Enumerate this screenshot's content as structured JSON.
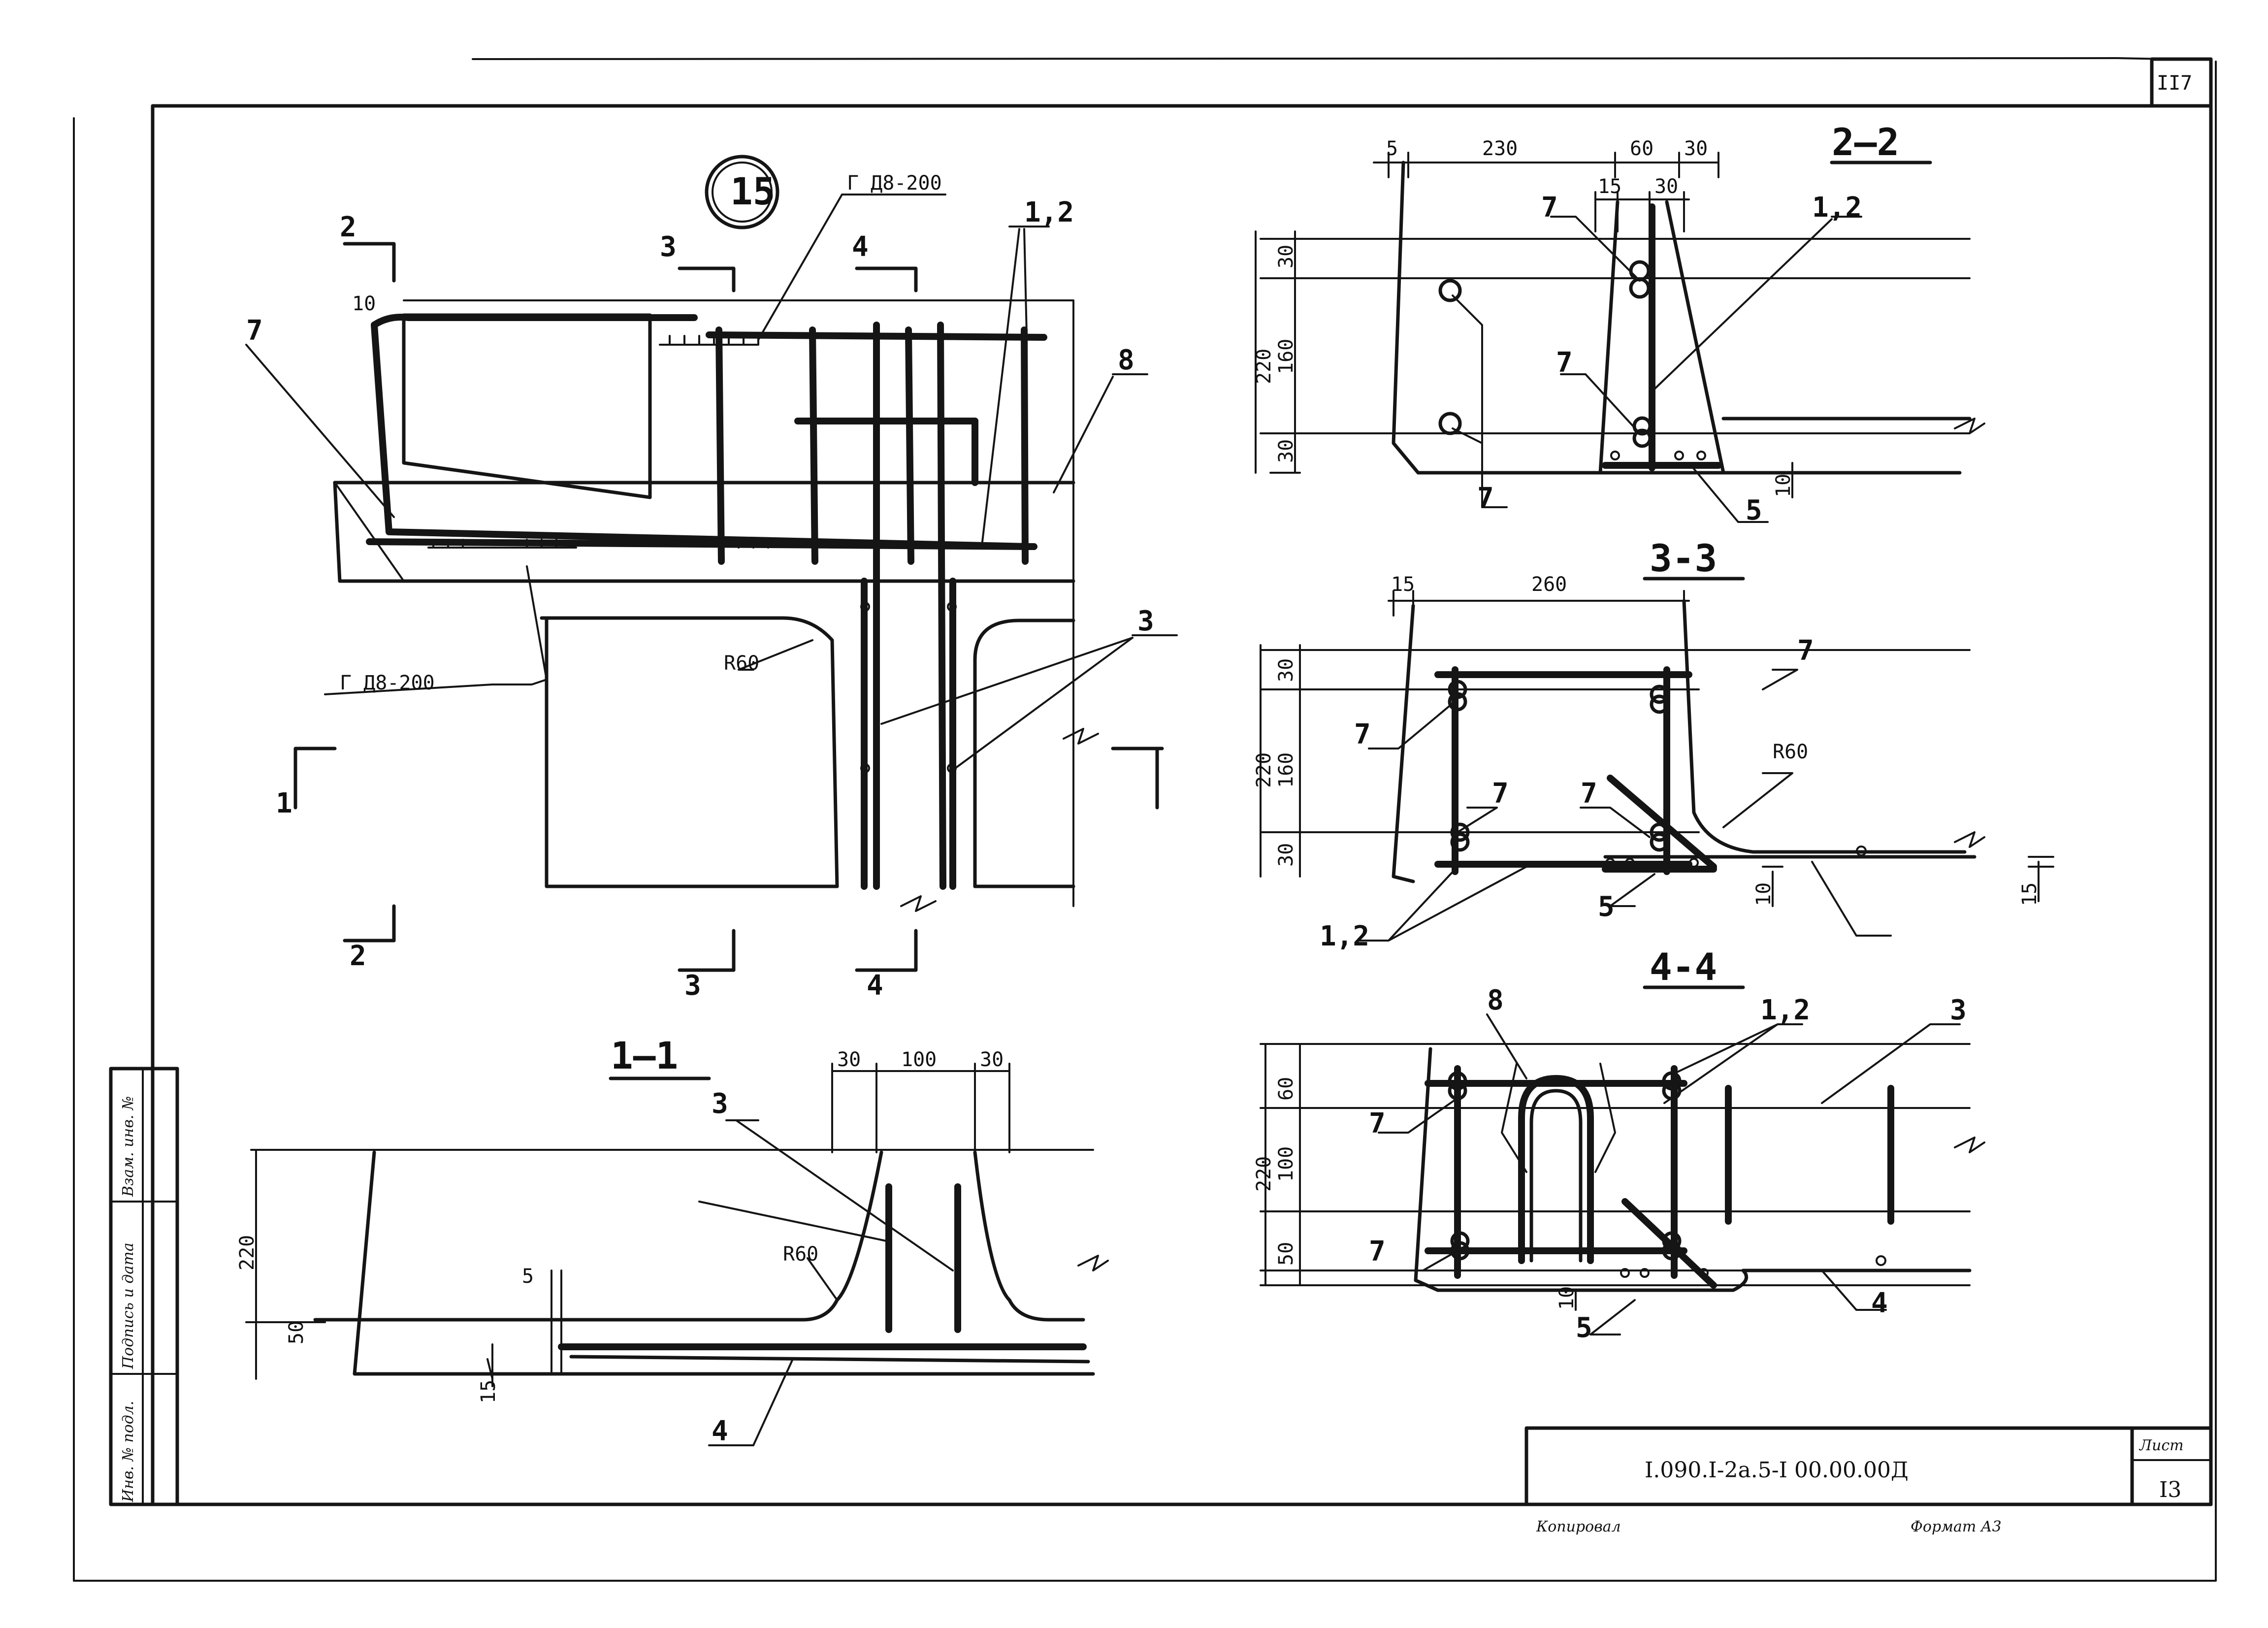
{
  "sheet": {
    "page_number": "II7",
    "designation": "I.090.I-2a.5-I   00.00.00Д",
    "sheet_label": "Лист",
    "sheet_number": "I3",
    "copied_by": "Копировал",
    "format": "Формат А3"
  },
  "side_stamp": {
    "inv_orig": "Инв. № подл.",
    "sign_date": "Подпись и дата",
    "inv_dup": "Взам. инв. №"
  },
  "node_number": "15",
  "plan": {
    "rebar_mesh_top": "Г Д8-200",
    "rebar_mesh_bottom": "Г Д8-200",
    "radius": "R60",
    "dim_10": "10",
    "pos_7": "7",
    "pos_8": "8",
    "pos_12": "1,2",
    "pos_3": "3",
    "cut_1": "1",
    "cut_2a": "2",
    "cut_2b": "2",
    "cut_3a": "3",
    "cut_3b": "3",
    "cut_4a": "4",
    "cut_4b": "4"
  },
  "section_1_1": {
    "title": "1—1",
    "dims": [
      "30",
      "100",
      "30",
      "220",
      "50",
      "5",
      "15"
    ],
    "radius": "R60",
    "pos_3": "3",
    "pos_4": "4"
  },
  "section_2_2": {
    "title": "2—2",
    "dims": [
      "5",
      "230",
      "60",
      "30",
      "15",
      "30",
      "30",
      "160",
      "30",
      "220",
      "10"
    ],
    "pos_7a": "7",
    "pos_7b": "7",
    "pos_7c": "7",
    "pos_12": "1,2",
    "pos_5": "5"
  },
  "section_3_3": {
    "title": "3-3",
    "dims": [
      "15",
      "260",
      "30",
      "160",
      "30",
      "220",
      "10",
      "15"
    ],
    "radius": "R60",
    "pos_7a": "7",
    "pos_7b": "7",
    "pos_7c": "7",
    "pos_7d": "7",
    "pos_12": "1,2",
    "pos_5": "5"
  },
  "section_4_4": {
    "title": "4-4",
    "dims": [
      "60",
      "100",
      "50",
      "220",
      "10"
    ],
    "pos_8": "8",
    "pos_12": "1,2",
    "pos_3": "3",
    "pos_7a": "7",
    "pos_7b": "7",
    "pos_5": "5",
    "pos_4": "4"
  }
}
